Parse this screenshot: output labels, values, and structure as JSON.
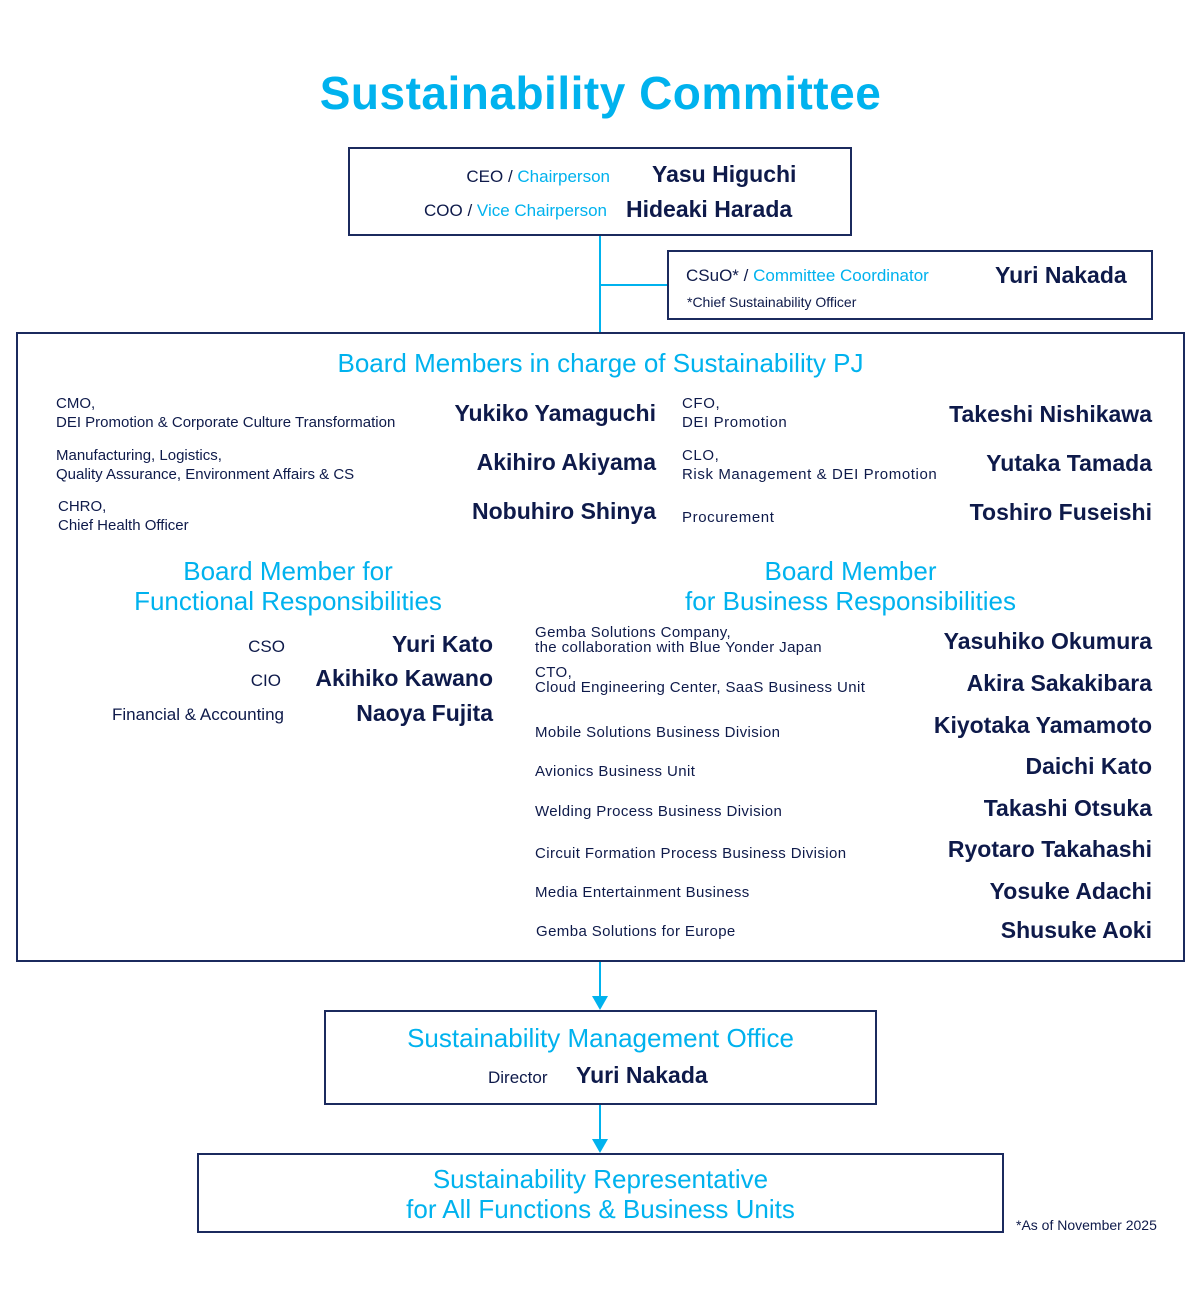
{
  "title": "Sustainability Committee",
  "colors": {
    "accent": "#00b2ee",
    "navy": "#0e1a4a",
    "border": "#1b2a5e"
  },
  "top_box": {
    "rows": [
      {
        "role": "CEO",
        "separator": " / ",
        "title": "Chairperson",
        "name": "Yasu Higuchi"
      },
      {
        "role": "COO",
        "separator": " / ",
        "title": "Vice Chairperson",
        "name": "Hideaki Harada"
      }
    ]
  },
  "coordinator_box": {
    "role": "CSuO*",
    "separator": " / ",
    "title": "Committee Coordinator",
    "name": "Yuri Nakada",
    "footnote": "*Chief Sustainability Officer"
  },
  "board_pj": {
    "heading": "Board Members in charge of Sustainability PJ",
    "left": [
      {
        "line1": "CMO,",
        "line2": "DEI Promotion & Corporate Culture Transformation",
        "name": "Yukiko Yamaguchi"
      },
      {
        "line1": "Manufacturing, Logistics,",
        "line2": "Quality Assurance, Environment Affairs & CS",
        "name": "Akihiro Akiyama"
      },
      {
        "line1": "CHRO,",
        "line2": "Chief Health Officer",
        "name": "Nobuhiro Shinya"
      }
    ],
    "right": [
      {
        "line1": "CFO,",
        "line2": "DEI Promotion",
        "name": "Takeshi Nishikawa"
      },
      {
        "line1": "CLO,",
        "line2": "Risk Management & DEI Promotion",
        "name": "Yutaka Tamada"
      },
      {
        "line1": "Procurement",
        "line2": "",
        "name": "Toshiro Fuseishi"
      }
    ]
  },
  "functional": {
    "heading_line1": "Board Member for",
    "heading_line2": "Functional Responsibilities",
    "members": [
      {
        "role": "CSO",
        "name": "Yuri Kato"
      },
      {
        "role": "CIO",
        "name": "Akihiko Kawano"
      },
      {
        "role": "Financial & Accounting",
        "name": "Naoya Fujita"
      }
    ]
  },
  "business": {
    "heading_line1": "Board Member",
    "heading_line2": "for Business Responsibilities",
    "members": [
      {
        "line1": "Gemba Solutions Company,",
        "line2": "the collaboration with Blue Yonder Japan",
        "name": "Yasuhiko Okumura"
      },
      {
        "line1": "CTO,",
        "line2": "Cloud Engineering Center, SaaS Business Unit",
        "name": "Akira Sakakibara"
      },
      {
        "line1": "Mobile Solutions Business Division",
        "line2": "",
        "name": "Kiyotaka Yamamoto"
      },
      {
        "line1": "Avionics Business Unit",
        "line2": "",
        "name": "Daichi Kato"
      },
      {
        "line1": "Welding Process Business Division",
        "line2": "",
        "name": "Takashi Otsuka"
      },
      {
        "line1": "Circuit Formation Process Business Division",
        "line2": "",
        "name": "Ryotaro Takahashi"
      },
      {
        "line1": "Media Entertainment Business",
        "line2": "",
        "name": "Yosuke Adachi"
      },
      {
        "line1": "Gemba Solutions for Europe",
        "line2": "",
        "name": "Shusuke Aoki"
      }
    ]
  },
  "office": {
    "heading": "Sustainability Management Office",
    "role": "Director",
    "name": "Yuri Nakada"
  },
  "representative": {
    "line1": "Sustainability Representative",
    "line2": "for All Functions & Business Units"
  },
  "footnote": "*As of November 2025"
}
